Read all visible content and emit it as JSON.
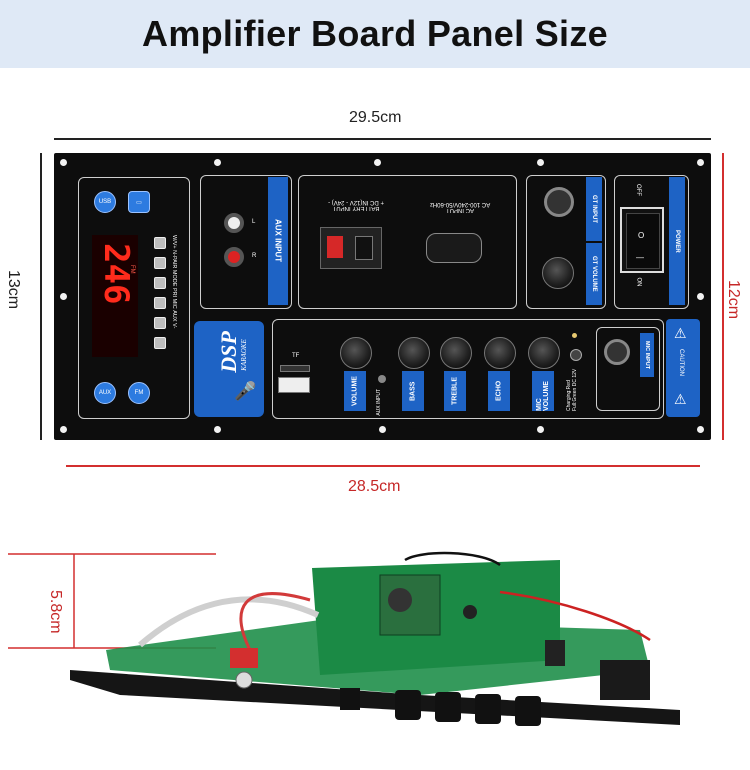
{
  "title": "Amplifier Board Panel Size",
  "dimensions": {
    "top_width": "29.5cm",
    "bottom_width": "28.5cm",
    "left_height": "13cm",
    "right_height": "12cm",
    "depth": "5.8cm"
  },
  "panel": {
    "display_digits": "246",
    "display_unit": "FM",
    "left_buttons": {
      "usb": "USB",
      "aux": "AUX",
      "fm": "FM"
    },
    "side_labels": [
      "W/V+",
      "N-PAIR",
      "MODE",
      "PRI",
      "MIC",
      "AUX",
      "V-"
    ],
    "aux_input_label": "AUX INPUT",
    "aux_channel_l": "L",
    "aux_channel_r": "R",
    "battery_input_label": "BATTERY INPUT",
    "battery_input_spec": "+ DC IN(12V - 24V) -",
    "ac_input_label": "AC INPUT",
    "ac_input_spec": "AC 100-240V/50-60Hz",
    "gt_input_label": "GT INPUT",
    "gt_volume_label": "GT VOLUME",
    "power_label": "POWER",
    "power_off": "OFF",
    "power_on": "ON",
    "switch_o": "O",
    "switch_i": "—",
    "dsp_logo": "DSP",
    "karaoke_logo": "KARAOKE",
    "tf_label": "TF",
    "knobs": [
      "VOLUME",
      "BASS",
      "TREBLE",
      "ECHO",
      "MIC VOLUME"
    ],
    "aux_input_small": "AUX INPUT",
    "charging_note": "Charging:Red Full:Green DC 12V",
    "mic_input_label": "MIC INPUT",
    "caution_label": "CAUTION"
  },
  "colors": {
    "header_bg": "#dfe9f6",
    "panel_black": "#0d0d0d",
    "accent_blue": "#1e63c5",
    "display_red": "#ff2b1c",
    "dimension_red": "#d32f2f",
    "pcb_green": "#1f8f4a"
  }
}
